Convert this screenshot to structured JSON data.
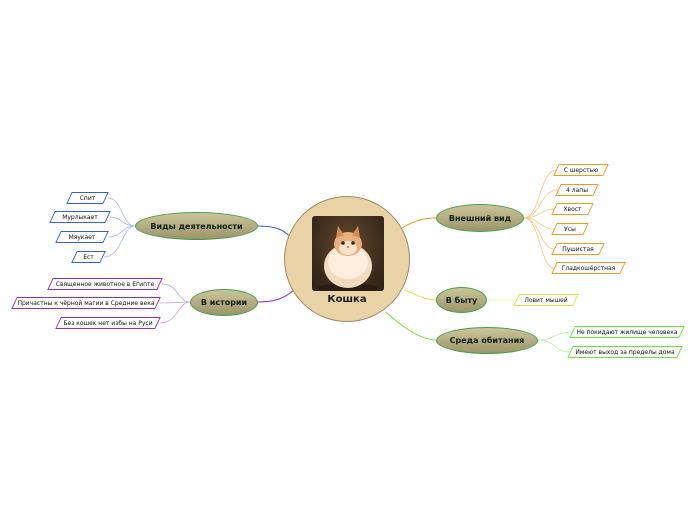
{
  "central": {
    "label": "Кошка",
    "image": "cat-photo"
  },
  "branches": {
    "activities": {
      "label": "Виды деятельности",
      "color": "#2f62d6",
      "items": [
        "Спит",
        "Мурлыкает",
        "Мяукает",
        "Ест"
      ]
    },
    "history": {
      "label": "В истории",
      "color": "#8a2fc9",
      "items": [
        "Священное животное в Египте",
        "Причастны к чёрной магии в Средние века",
        "Без кошек нет избы на Руси"
      ]
    },
    "appearance": {
      "label": "Внешний вид",
      "color": "#f39a1d",
      "items": [
        "С шерстью",
        "4 лапы",
        "Хвост",
        "Усы",
        "Пушистая",
        "Гладкошёрстная"
      ]
    },
    "daily": {
      "label": "В быту",
      "color": "#d8e43a",
      "items": [
        "Ловит мышей"
      ]
    },
    "habitat": {
      "label": "Среда обитания",
      "color": "#6ce33a",
      "items": [
        "Не покидают жилище человека",
        "Имеют выход за пределы дома"
      ]
    }
  }
}
